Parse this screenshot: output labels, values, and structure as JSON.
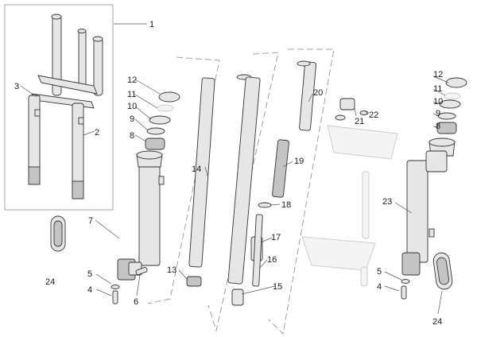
{
  "callouts": {
    "c1": "1",
    "c2": "2",
    "c3": "3",
    "c4": "4",
    "c5": "5",
    "c6": "6",
    "c7": "7",
    "c8": "8",
    "c9": "9",
    "c10": "10",
    "c11": "11",
    "c12": "12",
    "c13": "13",
    "c14": "14",
    "c15": "15",
    "c16": "16",
    "c17": "17",
    "c18": "18",
    "c19": "19",
    "c20": "20",
    "c21": "21",
    "c22": "22",
    "c23": "23",
    "c24": "24"
  },
  "colors": {
    "background": "#ffffff",
    "part_fill": "#e6e6e6",
    "part_shade": "#c4c4c4",
    "outline": "#333333",
    "ghost_fill": "#f4f4f4",
    "dashed_guide": "#888888"
  }
}
